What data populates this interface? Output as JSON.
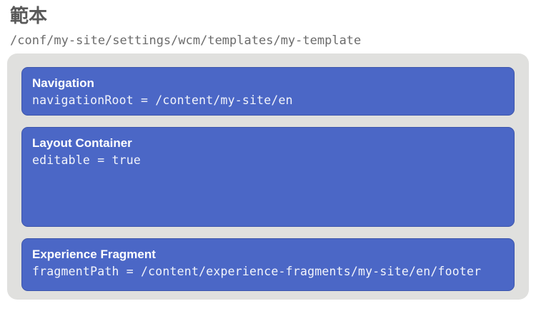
{
  "header": {
    "title": "範本",
    "path": "/conf/my-site/settings/wcm/templates/my-template"
  },
  "template": {
    "components": [
      {
        "name": "Navigation",
        "config": "navigationRoot = /content/my-site/en"
      },
      {
        "name": "Layout Container",
        "config": "editable = true"
      },
      {
        "name": "Experience Fragment",
        "config": "fragmentPath = /content/experience-fragments/my-site/en/footer"
      }
    ]
  },
  "colors": {
    "component_blue": "#4B67C6",
    "component_border_blue": "#3D56AC",
    "container_gray": "#E0E0DE",
    "title_gray": "#595959",
    "path_gray": "#6B6B6B",
    "text_white": "#FFFFFF"
  }
}
